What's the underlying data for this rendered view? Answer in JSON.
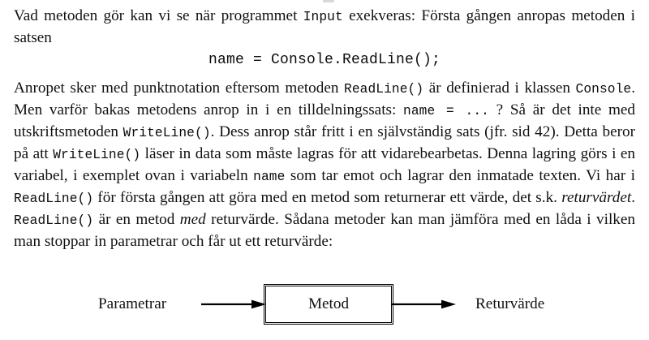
{
  "document": {
    "language": "sv",
    "paragraphs": {
      "intro": {
        "part1": "Vad metoden gör kan vi se när programmet ",
        "code1": "Input",
        "part2": " exekveras: Första gången anropas metoden i satsen"
      },
      "code_display": {
        "line": "name = Console.ReadLine();"
      },
      "body": {
        "s1": "Anropet sker med punktnotation eftersom metoden ",
        "c1": "ReadLine()",
        "s2": " är definierad i klassen ",
        "c2": "Console",
        "s3": ". Men varför bakas metodens anrop in i en tilldelningssats: ",
        "c3": "name = ...",
        "s4": " ? Så är det inte med utskriftsmetoden ",
        "c4": "WriteLine()",
        "s5": ". Dess anrop står fritt i en självständig sats (jfr. sid 42). Detta beror på att ",
        "c5": "WriteLine()",
        "s6": " läser in data som måste lagras för att vidarebearbetas. Denna lagring görs i en variabel, i exemplet ovan i variabeln ",
        "c6": "name",
        "s7": " som tar emot och lagrar den inmatade texten. Vi har i ",
        "c7": "ReadLine()",
        "s8": " för första gången att göra med en metod som returnerar ett värde, det s.k. ",
        "i1": "returvärdet",
        "s9": ". ",
        "c8": "ReadLine()",
        "s10": " är en metod ",
        "i2": "med",
        "s11": " returvärde. Sådana metoder kan man jämföra med en låda i vilken man stoppar in parametrar och får ut ett returvärde:"
      }
    },
    "diagram": {
      "input_label": "Parametrar",
      "box_label": "Metod",
      "output_label": "Returvärde",
      "arrow_in_name": "arrow-right",
      "arrow_out_name": "arrow-right"
    }
  },
  "colors": {
    "text": "#111111",
    "code": "#0c0c0c",
    "stroke": "#000000",
    "background": "#ffffff"
  }
}
